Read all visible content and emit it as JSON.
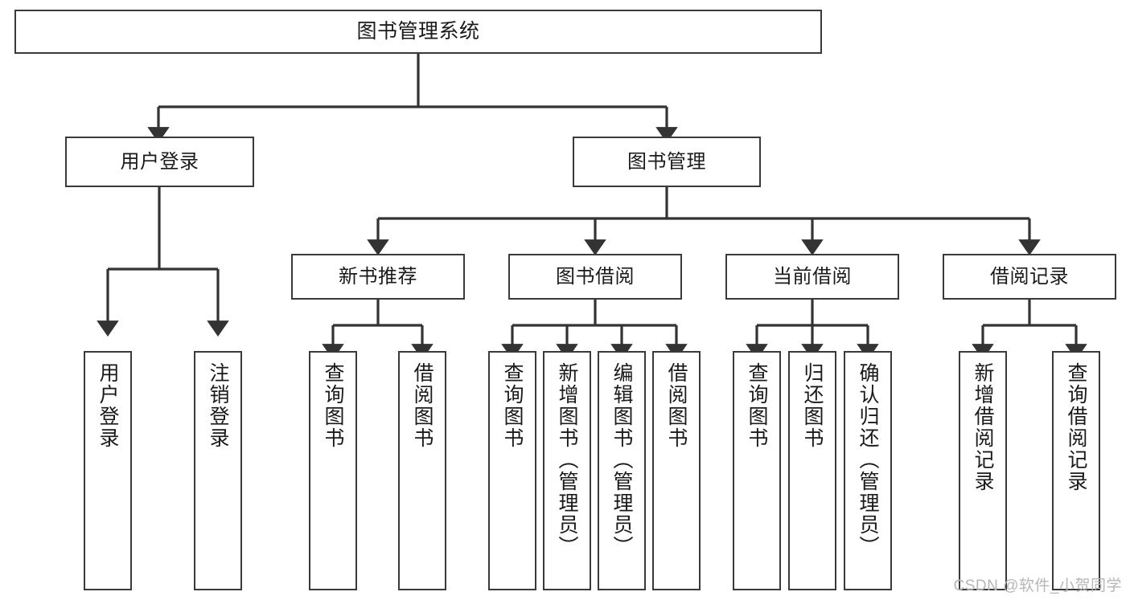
{
  "diagram": {
    "title": "图书管理系统",
    "type": "tree-hierarchy",
    "watermark": "CSDN @软件_小贺同学",
    "colors": {
      "background": "#ffffff",
      "box_border": "#3a3a3a",
      "box_fill": "#ffffff",
      "text": "#1a1a1a",
      "connector": "#333333",
      "watermark": "#b6b6b6"
    },
    "root": {
      "label": "图书管理系统"
    },
    "level2": [
      {
        "label": "用户登录"
      },
      {
        "label": "图书管理"
      }
    ],
    "level3": [
      {
        "label": "新书推荐"
      },
      {
        "label": "图书借阅"
      },
      {
        "label": "当前借阅"
      },
      {
        "label": "借阅记录"
      }
    ],
    "leaves": {
      "user_login": [
        {
          "label": "用户登录"
        },
        {
          "label": "注销登录"
        }
      ],
      "new_book_recommend": [
        {
          "label": "查询图书"
        },
        {
          "label": "借阅图书"
        }
      ],
      "book_borrow": [
        {
          "label": "查询图书"
        },
        {
          "label": "新增图书（管理员）"
        },
        {
          "label": "编辑图书（管理员）"
        },
        {
          "label": "借阅图书"
        }
      ],
      "current_borrow": [
        {
          "label": "查询图书"
        },
        {
          "label": "归还图书"
        },
        {
          "label": "确认归还（管理员）"
        }
      ],
      "borrow_record": [
        {
          "label": "新增借阅记录"
        },
        {
          "label": "查询借阅记录"
        }
      ]
    }
  }
}
